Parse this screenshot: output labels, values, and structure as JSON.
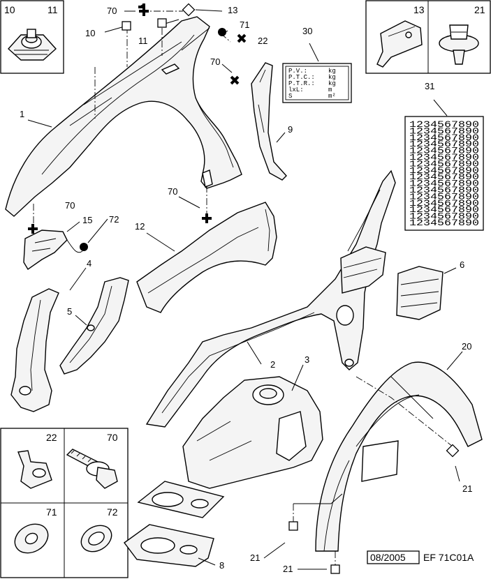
{
  "labels": {
    "l1": "1",
    "l2": "2",
    "l3": "3",
    "l4": "4",
    "l5": "5",
    "l6": "6",
    "l8": "8",
    "l9": "9",
    "l10": "10",
    "l11": "11",
    "l12": "12",
    "l13": "13",
    "l15": "15",
    "l20": "20",
    "l21a": "21",
    "l21b": "21",
    "l21c": "21",
    "l22": "22",
    "l30": "30",
    "l31": "31",
    "l70a": "70",
    "l70b": "70",
    "l70c": "70",
    "l70d": "70",
    "l71": "71",
    "l72": "72"
  },
  "insets": {
    "top_left": {
      "left": "10",
      "right": "11"
    },
    "top_right": {
      "left": "13",
      "right": "21"
    },
    "bottom_left": {
      "a": "22",
      "b": "70",
      "c": "71",
      "d": "72"
    }
  },
  "plate30": {
    "rows": [
      "P.V.:",
      "P.T.C.:",
      "P.T.R.:",
      "lxL:",
      "S"
    ],
    "units": [
      "kg",
      "kg",
      "kg",
      "m",
      "m²"
    ]
  },
  "grid31": {
    "row": "1234567890",
    "row_count": 16
  },
  "footer": {
    "date": "08/2005",
    "code": "EF 71C01A"
  }
}
